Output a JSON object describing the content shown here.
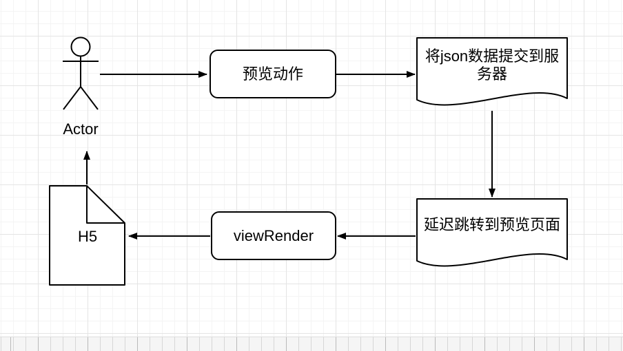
{
  "canvas": {
    "kind": "flowchart-grid-canvas",
    "colors": {
      "stroke": "#000000",
      "shape_fill": "#ffffff",
      "text": "#000000",
      "grid_minor": "#f4f4f4",
      "grid_major": "#e4e4e4"
    }
  },
  "diagram": {
    "nodes": [
      {
        "id": "actor",
        "shape": "stick-figure",
        "label": "Actor"
      },
      {
        "id": "preview-action",
        "shape": "rounded-rectangle",
        "label": "预览动作"
      },
      {
        "id": "submit-json",
        "shape": "document",
        "label": "将json数据提交到服务器"
      },
      {
        "id": "delay-redirect",
        "shape": "document",
        "label": "延迟跳转到预览页面"
      },
      {
        "id": "view-render",
        "shape": "rounded-rectangle",
        "label": "viewRender"
      },
      {
        "id": "h5",
        "shape": "note",
        "label": "H5"
      }
    ],
    "edges": [
      {
        "from": "actor",
        "to": "preview-action",
        "direction": "right"
      },
      {
        "from": "preview-action",
        "to": "submit-json",
        "direction": "right"
      },
      {
        "from": "submit-json",
        "to": "delay-redirect",
        "direction": "down"
      },
      {
        "from": "delay-redirect",
        "to": "view-render",
        "direction": "left"
      },
      {
        "from": "view-render",
        "to": "h5",
        "direction": "left"
      },
      {
        "from": "h5",
        "to": "actor",
        "direction": "up"
      }
    ]
  }
}
